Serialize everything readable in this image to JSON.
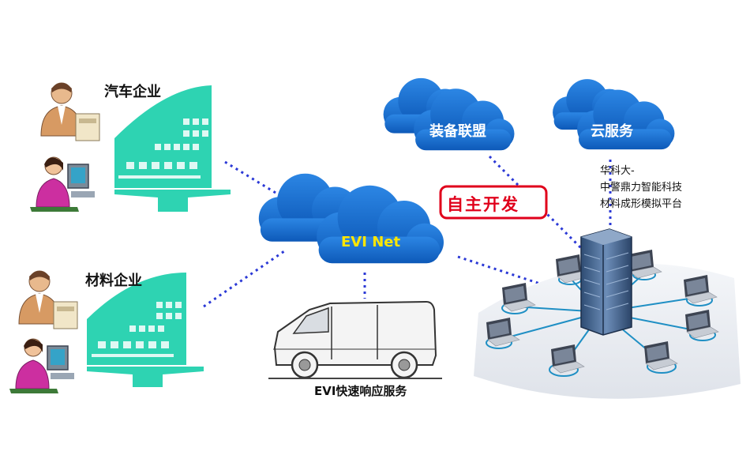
{
  "enterprises": {
    "auto": "汽车企业",
    "material": "材料企业"
  },
  "network": {
    "hub_label": "EVI Net"
  },
  "clouds": {
    "alliance": "装备联盟",
    "cloud_service": "云服务"
  },
  "badge": {
    "label": "自主开发"
  },
  "van": {
    "label": "EVI快速响应服务"
  },
  "platform": {
    "lines": [
      "华科大-",
      "中警鼎力智能科技",
      "材料成形模拟平台"
    ]
  },
  "colors": {
    "cloud": "#1366c8",
    "building": "#2ed3b2",
    "dotted_link": "#2b39d6",
    "badge_red": "#e0001b",
    "server": "#3c5a82"
  },
  "icons": [
    "person-engineer-icon",
    "person-computer-icon",
    "building-icon",
    "cloud-icon",
    "van-icon",
    "server-icon",
    "laptop-icon"
  ]
}
